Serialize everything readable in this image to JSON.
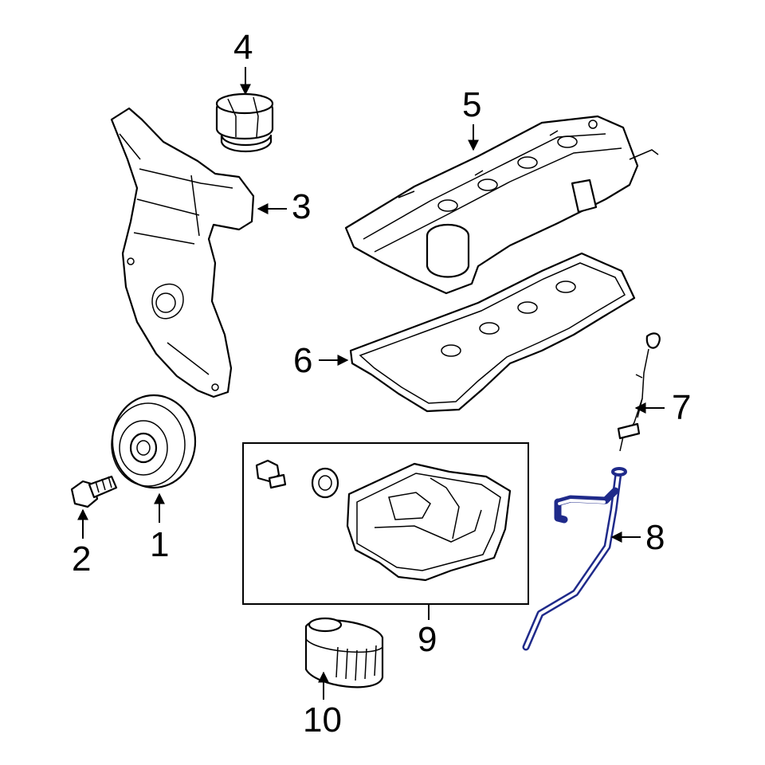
{
  "callouts": {
    "c1": "1",
    "c2": "2",
    "c3": "3",
    "c4": "4",
    "c5": "5",
    "c6": "6",
    "c7": "7",
    "c8": "8",
    "c9": "9",
    "c10": "10"
  },
  "colors": {
    "highlight": "#1f2a8a",
    "line": "#000000",
    "background": "#ffffff"
  }
}
